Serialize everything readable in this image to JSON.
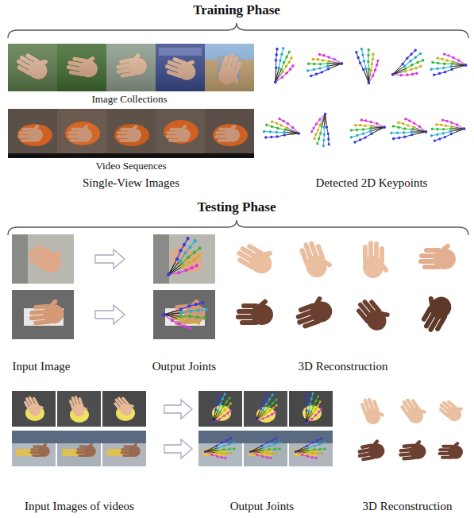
{
  "diagram": {
    "labels": [
      "Training Phase",
      "Image Collections",
      "Video Sequences",
      "Single-View Images",
      "Detected 2D Keypoints",
      "Testing Phase",
      "Input Image",
      "Output Joints",
      "3D Reconstruction",
      "Input Images of videos",
      "Output Joints",
      "3D Reconstruction"
    ]
  }
}
